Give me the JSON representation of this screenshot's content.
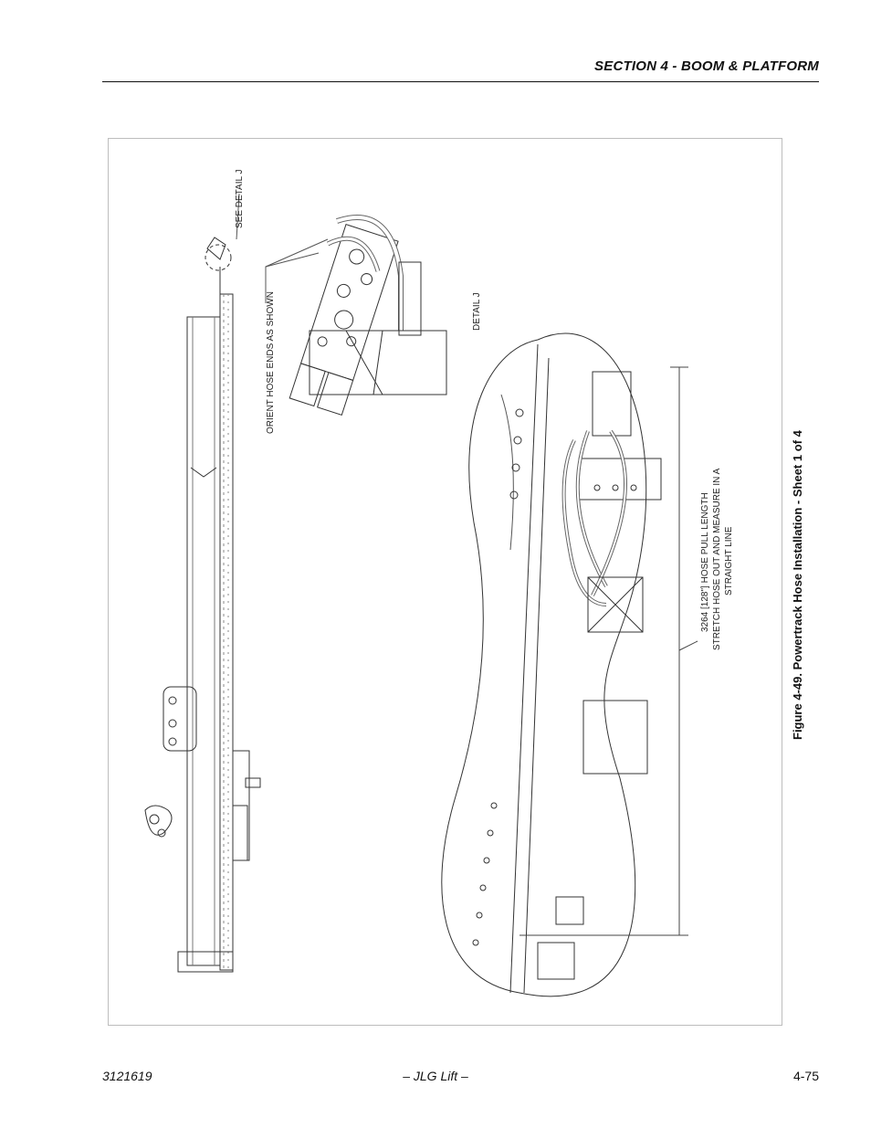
{
  "header": {
    "section_title": "SECTION 4 - BOOM & PLATFORM"
  },
  "figure": {
    "label_see_detail": "SEE DETAIL J",
    "label_orient": "ORIENT HOSE ENDS AS SHOWN",
    "label_detail": "DETAIL J",
    "dimension_line1": "3264 [128\"] HOSE PULL LENGTH",
    "dimension_line2": "STRETCH HOSE OUT AND MEASURE IN A",
    "dimension_line3": "STRAIGHT LINE"
  },
  "caption": "Figure 4-49.  Powertrack Hose Installation - Sheet 1 of 4",
  "footer": {
    "doc_number": "3121619",
    "brand": "– JLG Lift –",
    "page_number": "4-75"
  }
}
